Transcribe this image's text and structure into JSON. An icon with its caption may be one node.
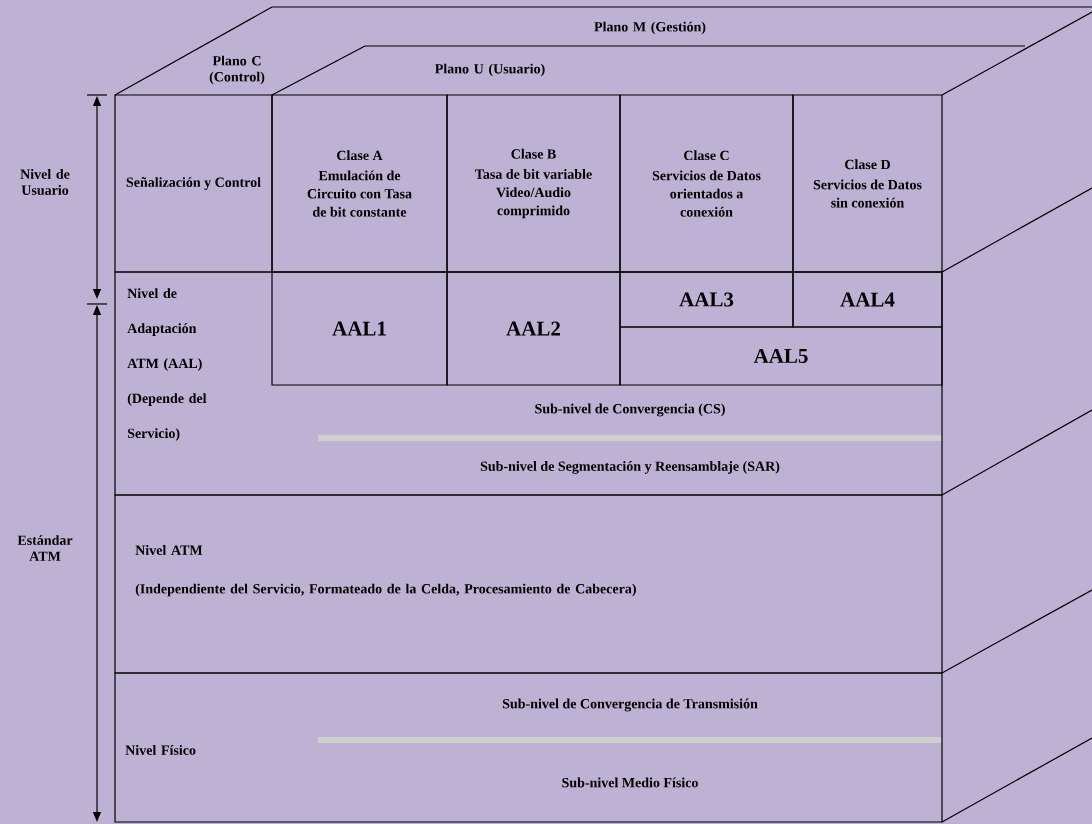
{
  "diagram": {
    "nodes": [
      {
        "text": [
          "Señalización y Control"
        ]
      },
      {
        "text": [
          "Clase A",
          "Emulación de Circuito con Tasa de bit constante"
        ]
      },
      {
        "text": [
          "Clase B",
          "Tasa de bit variable Video/Audio comprimido"
        ]
      },
      {
        "text": [
          "Clase C",
          "Servicios de Datos orientados a conexión"
        ]
      },
      {
        "text": [
          "Clase D",
          "Servicios de Datos sin conexión"
        ]
      },
      {
        "text": [
          "Nivel de Adaptación ATM (AAL) (Depende del Servicio)"
        ]
      },
      {
        "text": [
          "AAL1"
        ],
        "in": 5
      },
      {
        "text": [
          "AAL2"
        ],
        "in": 5
      },
      {
        "text": [
          "AAL3"
        ],
        "in": 5
      },
      {
        "text": [
          "AAL4"
        ],
        "in": 5
      },
      {
        "text": [
          "AAL5"
        ],
        "in": 5
      },
      {
        "text": [
          "Sub-nivel de Convergencia (CS)"
        ],
        "in": 5
      },
      {
        "text": [
          "Sub-nivel de Segmentación y Reensamblaje (SAR)"
        ],
        "in": 5
      },
      {
        "text": [
          "Nivel ATM",
          "(Independiente del Servicio, Formateado de la Celda, Procesamiento de Cabecera)"
        ]
      },
      {
        "text": [
          "Nivel Físico"
        ]
      },
      {
        "text": [
          "Sub-nivel de Convergencia de Transmisión"
        ],
        "in": 14
      },
      {
        "text": [
          "Sub-nivel Medio Físico"
        ],
        "in": 14
      }
    ],
    "labels": [
      "Plano M (Gestión)",
      "Plano C (Control)",
      "Plano U (Usuario)",
      "Nivel de Usuario",
      "Estándar ATM"
    ]
  }
}
